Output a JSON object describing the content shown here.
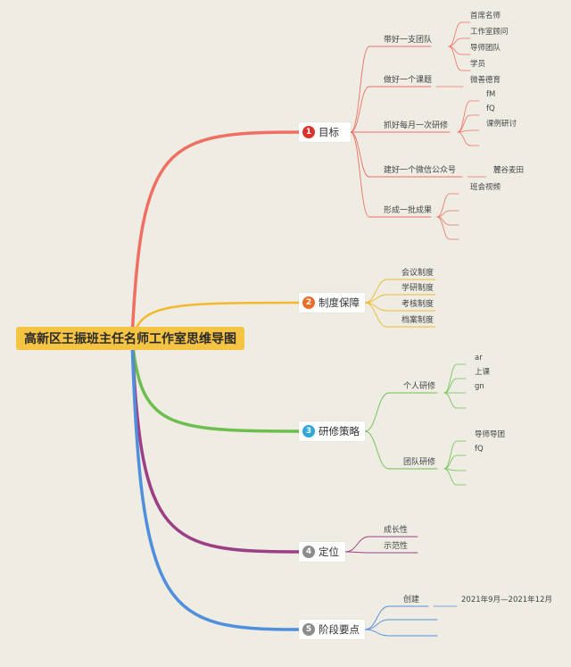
{
  "title": "高新区王振班主任名师工作室思维导图",
  "branches": [
    {
      "number": "1",
      "label": "目标",
      "color": "#ef6f62",
      "badge": "#d9342b",
      "children": [
        {
          "label": "带好一支团队",
          "children": [
            "首席名师",
            "工作室顾问",
            "导师团队",
            "学员"
          ]
        },
        {
          "label": "做好一个课题",
          "children": [
            "微善德育"
          ]
        },
        {
          "label": "抓好每月一次研修",
          "children": [
            "fM",
            "fQ",
            "课例研讨",
            ""
          ]
        },
        {
          "label": "建好一个微信公众号",
          "children": [
            "麓谷麦田"
          ]
        },
        {
          "label": "形成一批成果",
          "children": [
            "班会视频",
            "",
            "",
            ""
          ]
        }
      ]
    },
    {
      "number": "2",
      "label": "制度保障",
      "color": "#f3b92e",
      "badge": "#e8702a",
      "children": [
        {
          "label": "会议制度",
          "children": []
        },
        {
          "label": "学研制度",
          "children": []
        },
        {
          "label": "考核制度",
          "children": []
        },
        {
          "label": "档案制度",
          "children": []
        }
      ]
    },
    {
      "number": "3",
      "label": "研修策略",
      "color": "#6cbf4e",
      "badge": "#2fa7d8",
      "children": [
        {
          "label": "个人研修",
          "children": [
            "ar",
            "上课",
            "gn",
            ""
          ]
        },
        {
          "label": "团队研修",
          "children": [
            "导师导团",
            "fQ",
            "",
            ""
          ]
        }
      ]
    },
    {
      "number": "4",
      "label": "定位",
      "color": "#9b3f86",
      "badge": "#8c8c8c",
      "children": [
        {
          "label": "成长性",
          "children": []
        },
        {
          "label": "示范性",
          "children": []
        }
      ]
    },
    {
      "number": "5",
      "label": "阶段要点",
      "color": "#4f8fdc",
      "badge": "#8c8c8c",
      "children": [
        {
          "label": "创建",
          "children": [
            "2021年9月—2021年12月"
          ]
        },
        {
          "label": "",
          "children": []
        },
        {
          "label": "",
          "children": []
        }
      ]
    }
  ]
}
